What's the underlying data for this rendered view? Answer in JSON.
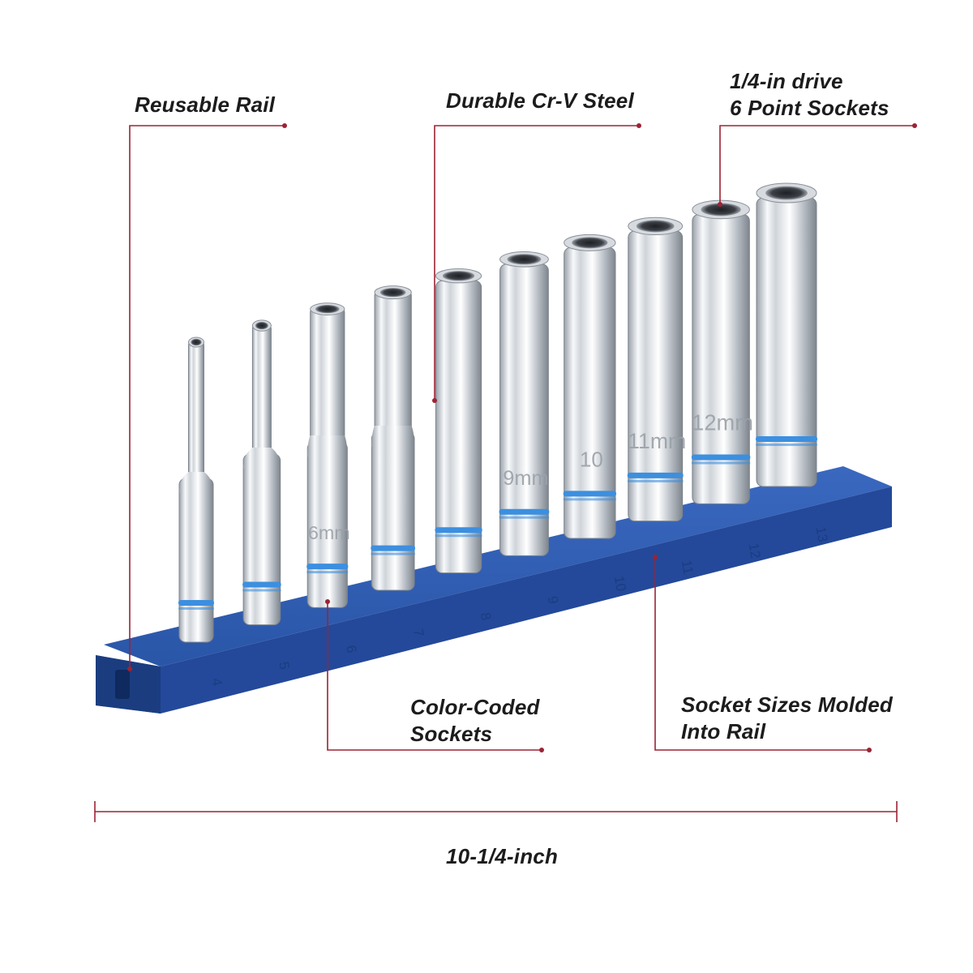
{
  "colors": {
    "leader": "#9b2335",
    "rail": "#2a56a8",
    "rail_dark": "#1b3d80",
    "ring": "#3c8fe0",
    "chrome_light": "#f4f6f8",
    "chrome_dark": "#8d949c",
    "text": "#1c1c1c"
  },
  "callouts": {
    "reusable_rail": "Reusable Rail",
    "durable_steel": "Durable Cr-V Steel",
    "drive_line1": "1/4-in drive",
    "drive_line2": "6 Point Sockets",
    "color_coded_line1": "Color-Coded",
    "color_coded_line2": "Sockets",
    "socket_sizes_line1": "Socket Sizes Molded",
    "socket_sizes_line2": "Into Rail"
  },
  "dimension": {
    "label": "10-1/4-inch"
  },
  "sockets": [
    {
      "size": "4",
      "mark": ""
    },
    {
      "size": "5",
      "mark": ""
    },
    {
      "size": "6",
      "mark": "6mm"
    },
    {
      "size": "7",
      "mark": ""
    },
    {
      "size": "8",
      "mark": ""
    },
    {
      "size": "9",
      "mark": "9mm"
    },
    {
      "size": "10",
      "mark": "10"
    },
    {
      "size": "11",
      "mark": "11mm"
    },
    {
      "size": "12",
      "mark": "12mm"
    },
    {
      "size": "13",
      "mark": ""
    }
  ],
  "socket_icons": [
    "hex-socket-icon",
    "chrome-socket-icon"
  ]
}
